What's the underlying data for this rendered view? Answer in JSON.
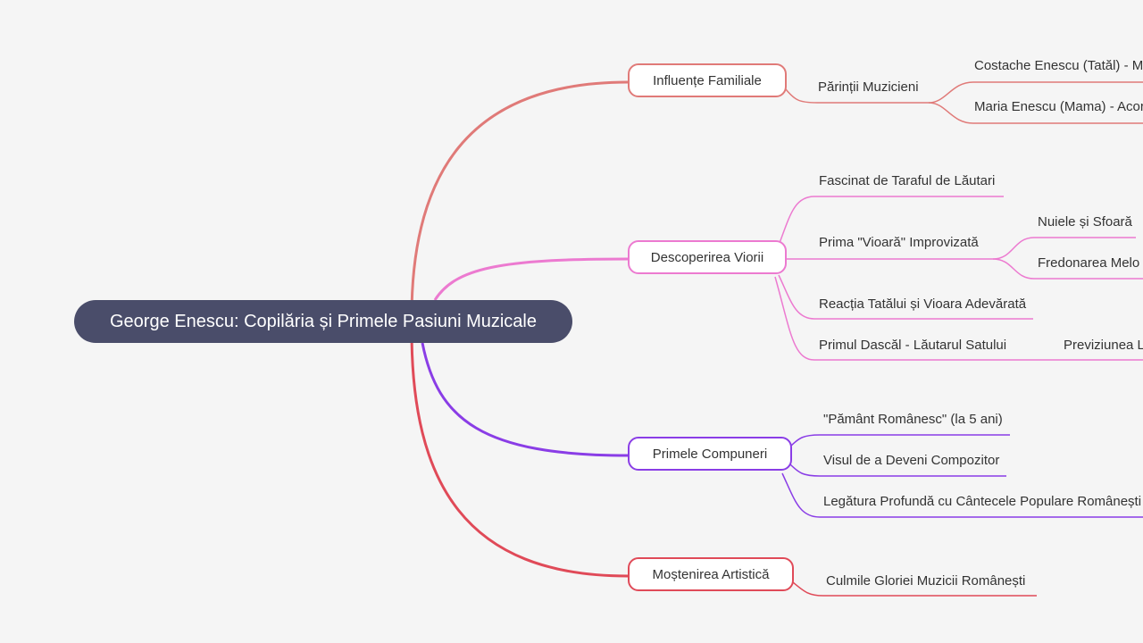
{
  "root": {
    "title": "George Enescu: Copilăria și Primele Pasiuni Muzicale"
  },
  "colors": {
    "root_bg": "#4a4d6a",
    "influente": "#e07a78",
    "descoperire": "#ec7ad0",
    "compuneri": "#8a3de6",
    "mostenire": "#e04a58"
  },
  "branches": {
    "influente": {
      "label": "Influențe Familiale",
      "parinti": "Părinții Muzicieni",
      "tata": "Costache Enescu (Tatăl) - M",
      "mama": "Maria Enescu (Mama) - Acor"
    },
    "descoperire": {
      "label": "Descoperirea Viorii",
      "taraful": "Fascinat de Taraful de Lăutari",
      "vioara": "Prima \"Vioară\" Improvizată",
      "nuiele": "Nuiele și Sfoară",
      "fredonarea": "Fredonarea Melo",
      "reactia": "Reacția Tatălui și Vioara Adevărată",
      "dascal": "Primul Dascăl - Lăutarul Satului",
      "previziunea": "Previziunea L"
    },
    "compuneri": {
      "label": "Primele Compuneri",
      "pamant": "\"Pământ Românesc\" (la 5 ani)",
      "visul": "Visul de a Deveni Compozitor",
      "legatura": "Legătura Profundă cu Cântecele Populare Românești"
    },
    "mostenire": {
      "label": "Moștenirea Artistică",
      "culmile": "Culmile Gloriei Muzicii Românești"
    }
  }
}
